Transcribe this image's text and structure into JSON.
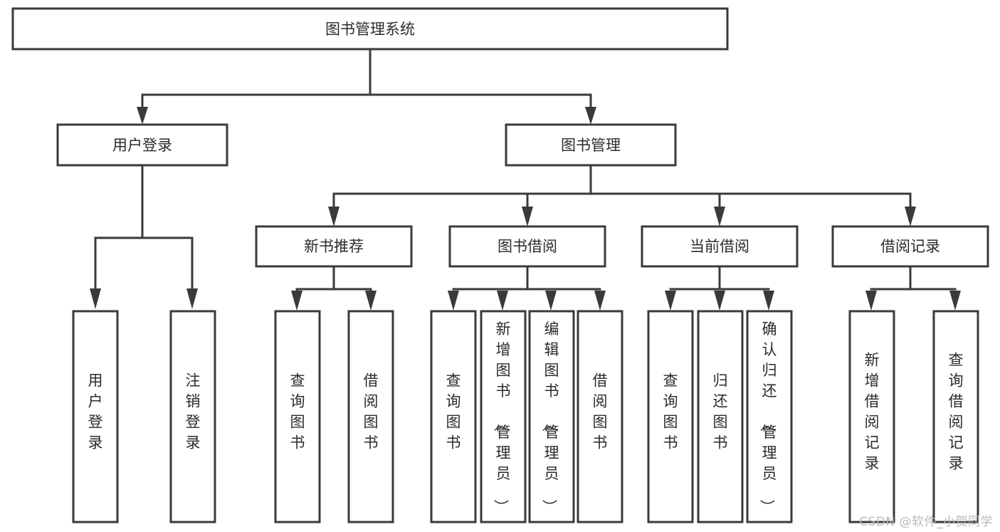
{
  "diagram": {
    "type": "tree-hierarchy-chart",
    "title": "图书管理系统",
    "root": {
      "id": "root",
      "label": "图书管理系统",
      "orientation": "horizontal"
    },
    "level1": [
      {
        "id": "user-login",
        "label": "用户登录",
        "orientation": "horizontal"
      },
      {
        "id": "book-manage",
        "label": "图书管理",
        "orientation": "horizontal"
      }
    ],
    "level2": [
      {
        "id": "new-book-recommend",
        "label": "新书推荐",
        "parent": "book-manage",
        "orientation": "horizontal"
      },
      {
        "id": "book-borrow",
        "label": "图书借阅",
        "parent": "book-manage",
        "orientation": "horizontal"
      },
      {
        "id": "current-borrow",
        "label": "当前借阅",
        "parent": "book-manage",
        "orientation": "horizontal"
      },
      {
        "id": "borrow-record",
        "label": "借阅记录",
        "parent": "book-manage",
        "orientation": "horizontal"
      }
    ],
    "leaves": [
      {
        "id": "leaf-user-login",
        "label": "用户登录",
        "parent": "user-login",
        "orientation": "vertical"
      },
      {
        "id": "leaf-logout",
        "label": "注销登录",
        "parent": "user-login",
        "orientation": "vertical"
      },
      {
        "id": "leaf-query-book-1",
        "label": "查询图书",
        "parent": "new-book-recommend",
        "orientation": "vertical"
      },
      {
        "id": "leaf-borrow-book-1",
        "label": "借阅图书",
        "parent": "new-book-recommend",
        "orientation": "vertical"
      },
      {
        "id": "leaf-query-book-2",
        "label": "查询图书",
        "parent": "book-borrow",
        "orientation": "vertical"
      },
      {
        "id": "leaf-add-book",
        "label": "新增图书（管理员）",
        "parent": "book-borrow",
        "orientation": "vertical"
      },
      {
        "id": "leaf-edit-book",
        "label": "编辑图书（管理员）",
        "parent": "book-borrow",
        "orientation": "vertical"
      },
      {
        "id": "leaf-borrow-book-2",
        "label": "借阅图书",
        "parent": "book-borrow",
        "orientation": "vertical"
      },
      {
        "id": "leaf-query-book-3",
        "label": "查询图书",
        "parent": "current-borrow",
        "orientation": "vertical"
      },
      {
        "id": "leaf-return-book",
        "label": "归还图书",
        "parent": "current-borrow",
        "orientation": "vertical"
      },
      {
        "id": "leaf-confirm-return",
        "label": "确认归还（管理员）",
        "parent": "current-borrow",
        "orientation": "vertical"
      },
      {
        "id": "leaf-add-record",
        "label": "新增借阅记录",
        "parent": "borrow-record",
        "orientation": "vertical"
      },
      {
        "id": "leaf-query-record",
        "label": "查询借阅记录",
        "parent": "borrow-record",
        "orientation": "vertical"
      }
    ],
    "colors": {
      "box_stroke": "#3a3a3a",
      "box_fill": "#ffffff",
      "text": "#2b2b2b",
      "background": "#ffffff",
      "watermark": "#b9b9b9"
    }
  },
  "watermark": {
    "text": "CSDN @软件_小贺同学"
  }
}
